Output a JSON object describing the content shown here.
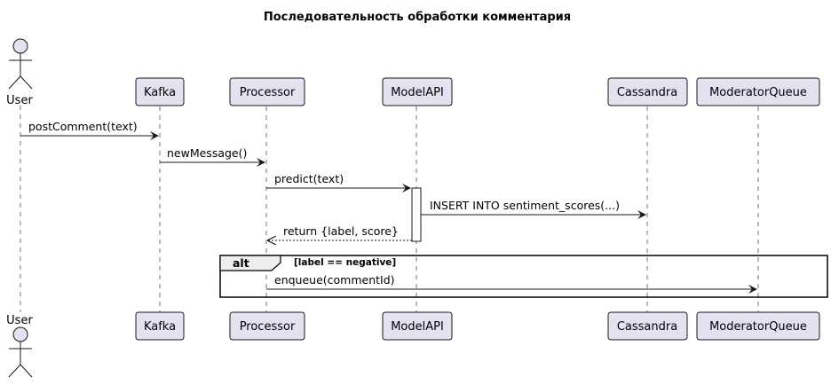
{
  "title": "Последовательность обработки комментария",
  "participants": [
    {
      "id": "user",
      "label": "User",
      "kind": "actor"
    },
    {
      "id": "kafka",
      "label": "Kafka",
      "kind": "participant"
    },
    {
      "id": "processor",
      "label": "Processor",
      "kind": "participant"
    },
    {
      "id": "modelapi",
      "label": "ModelAPI",
      "kind": "participant"
    },
    {
      "id": "cassandra",
      "label": "Cassandra",
      "kind": "participant"
    },
    {
      "id": "moderatorqueue",
      "label": "ModeratorQueue",
      "kind": "participant"
    }
  ],
  "messages": [
    {
      "from": "user",
      "to": "kafka",
      "label": "postComment(text)",
      "style": "solid"
    },
    {
      "from": "kafka",
      "to": "processor",
      "label": "newMessage()",
      "style": "solid"
    },
    {
      "from": "processor",
      "to": "modelapi",
      "label": "predict(text)",
      "style": "solid"
    },
    {
      "from": "modelapi",
      "to": "cassandra",
      "label": "INSERT INTO sentiment_scores(...)",
      "style": "solid"
    },
    {
      "from": "modelapi",
      "to": "processor",
      "label": "return {label, score}",
      "style": "dashed"
    },
    {
      "from": "processor",
      "to": "moderatorqueue",
      "label": "enqueue(commentId)",
      "style": "solid"
    }
  ],
  "fragment": {
    "keyword": "alt",
    "guard": "[label == negative]"
  },
  "colors": {
    "participant_fill": "#e2e2f0",
    "participant_stroke": "#181818",
    "lifeline": "#181818",
    "activation_fill": "#ffffff",
    "fragment_header_fill": "#eeeeee"
  }
}
